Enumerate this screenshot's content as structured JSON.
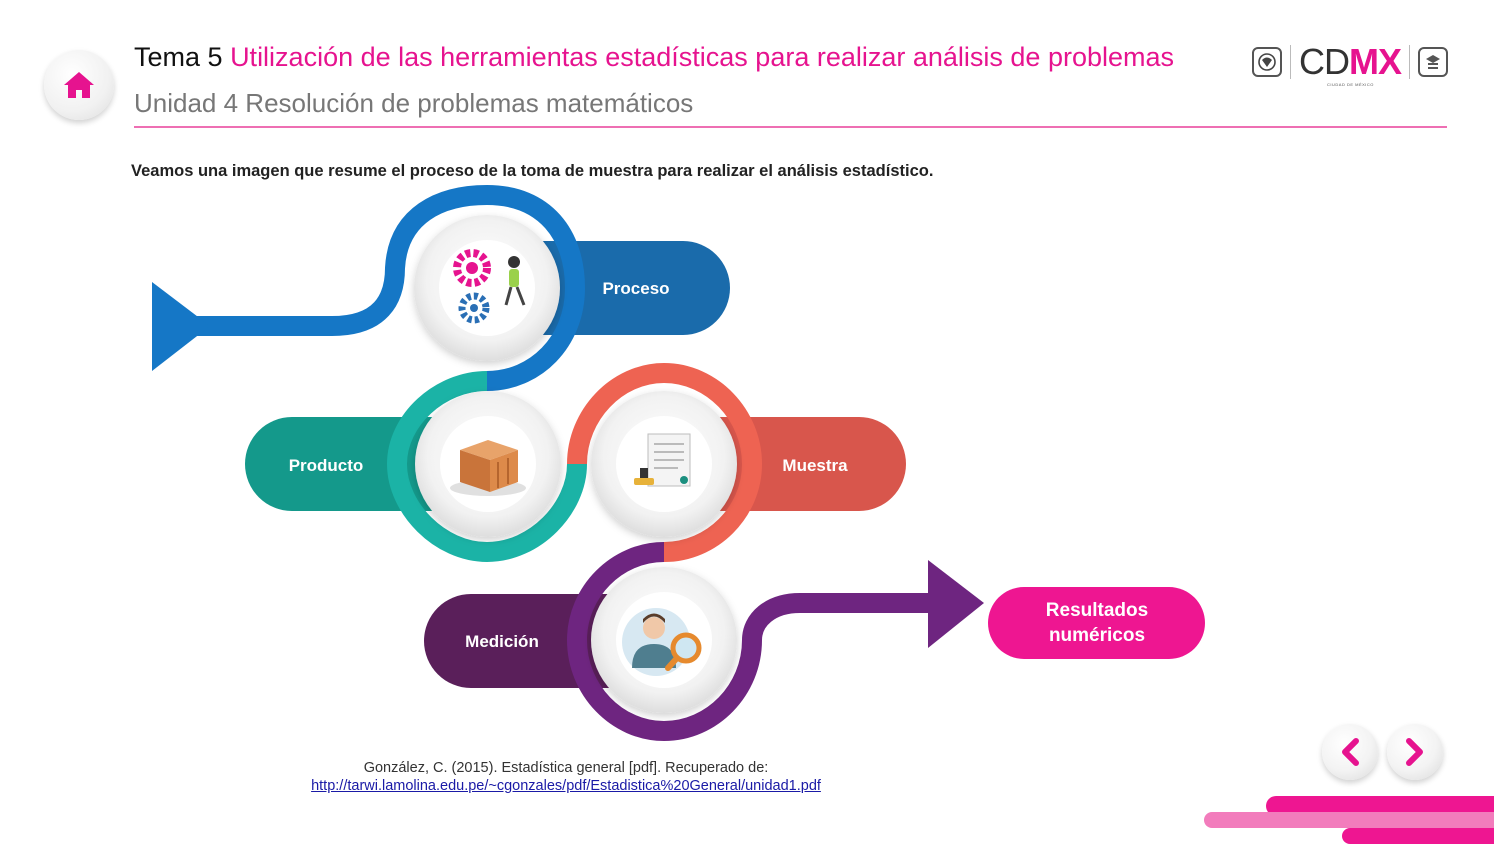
{
  "header": {
    "title_prefix": "Tema 5",
    "title_topic": "Utilización de las herramientas estadísticas para realizar análisis de problemas",
    "subtitle": "Unidad 4 Resolución de problemas matemáticos",
    "logo_cd": "CD",
    "logo_mx": "MX",
    "logo_small": "CIUDAD DE MÉXICO"
  },
  "intro_text": "Veamos una imagen que resume el proceso de la toma de muestra para realizar el análisis estadístico.",
  "diagram": {
    "steps": [
      {
        "label": "Proceso",
        "icon": "gears-person-icon",
        "color": "#1a6bab"
      },
      {
        "label": "Producto",
        "icon": "box-icon",
        "color": "#14998b"
      },
      {
        "label": "Muestra",
        "icon": "certificate-stamp-icon",
        "color": "#d8564c"
      },
      {
        "label": "Medición",
        "icon": "person-magnifier-icon",
        "color": "#5a1f5a"
      }
    ],
    "result_line1": "Resultados",
    "result_line2": "numéricos",
    "result_color": "#ee1691"
  },
  "citation": {
    "text": "González, C. (2015). Estadística general [pdf]. Recuperado de:",
    "link": "http://tarwi.lamolina.edu.pe/~cgonzales/pdf/Estadistica%20General/unidad1.pdf"
  },
  "colors": {
    "accent": "#e6138f",
    "arrow_blue": "#1577c6",
    "teal": "#1bb3a6",
    "coral": "#ee6352",
    "purple": "#6e2580"
  }
}
